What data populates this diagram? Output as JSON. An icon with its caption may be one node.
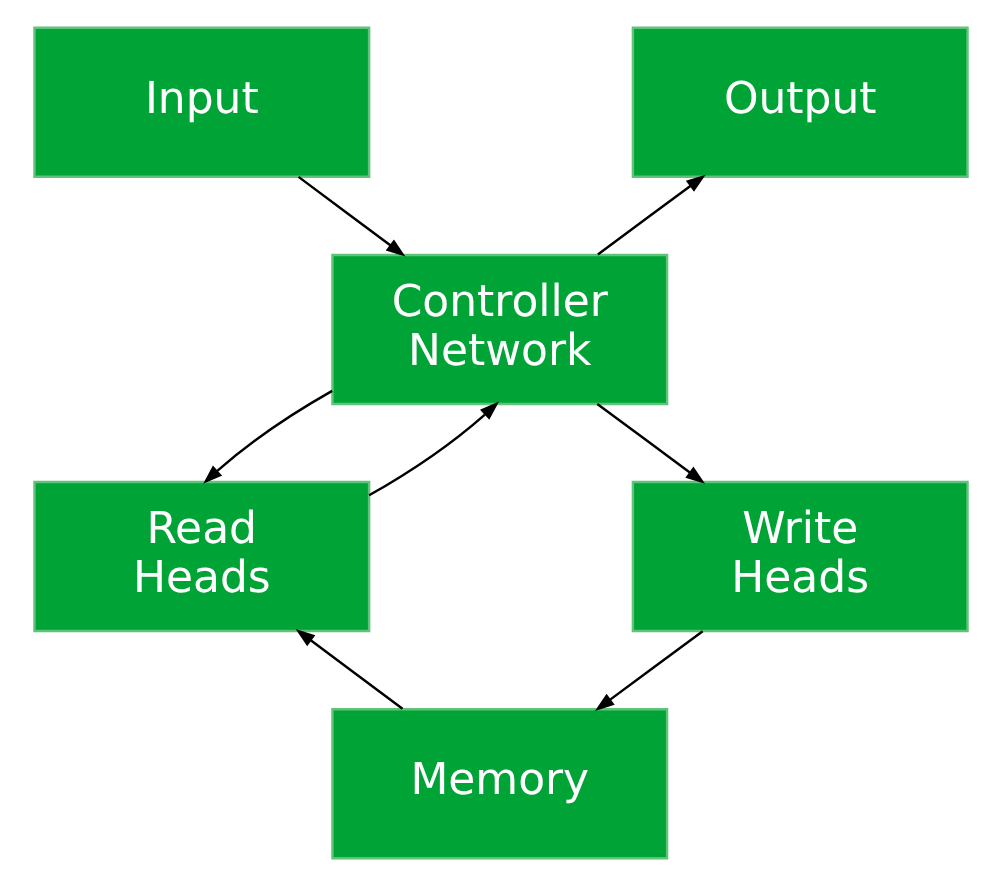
{
  "diagram": {
    "nodes": [
      {
        "text": [
          "Input"
        ]
      },
      {
        "text": [
          "Output"
        ]
      },
      {
        "text": [
          "Controller Network"
        ]
      },
      {
        "text": [
          "Read Heads"
        ]
      },
      {
        "text": [
          "Write Heads"
        ]
      },
      {
        "text": [
          "Memory"
        ]
      }
    ],
    "edges": [
      {
        "from": 0,
        "to": 2,
        "arrow": "to"
      },
      {
        "from": 2,
        "to": 1,
        "arrow": "to"
      },
      {
        "from": 2,
        "to": 3,
        "arrow": "to"
      },
      {
        "from": 3,
        "to": 2,
        "arrow": "to"
      },
      {
        "from": 2,
        "to": 4,
        "arrow": "to"
      },
      {
        "from": 4,
        "to": 5,
        "arrow": "to"
      },
      {
        "from": 5,
        "to": 3,
        "arrow": "to"
      }
    ]
  }
}
